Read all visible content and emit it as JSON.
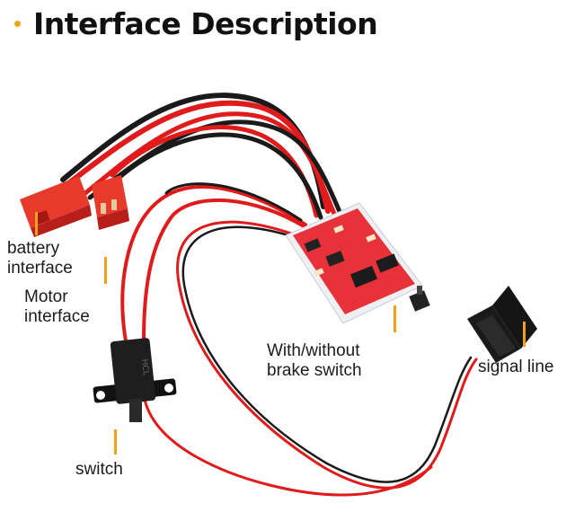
{
  "title": "Interface Description",
  "labels": {
    "battery": [
      "battery",
      "interface"
    ],
    "motor": [
      "Motor",
      "interface"
    ],
    "brake": [
      "With/without",
      "brake switch"
    ],
    "signal": "signal line",
    "switch": "switch"
  },
  "switch_housing_text": "HCL",
  "colors": {
    "accent": "#f0a11a",
    "wire_red": "#e01b1b",
    "wire_black": "#1a1a1a",
    "connector_red": "#e83a2a",
    "board_red": "#e8323a",
    "text": "#111111"
  }
}
